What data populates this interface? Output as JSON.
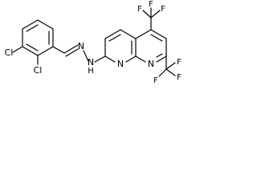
{
  "labels": {
    "cl_top": "Cl",
    "cl_bottom": "Cl",
    "n_imine": "N",
    "n_hydrazine": "N",
    "h_hydrazine": "H",
    "n_ring_left": "N",
    "n_ring_right": "N",
    "f_group_top": "F",
    "f_group_right": "F",
    "f_group_bottom": "F"
  }
}
